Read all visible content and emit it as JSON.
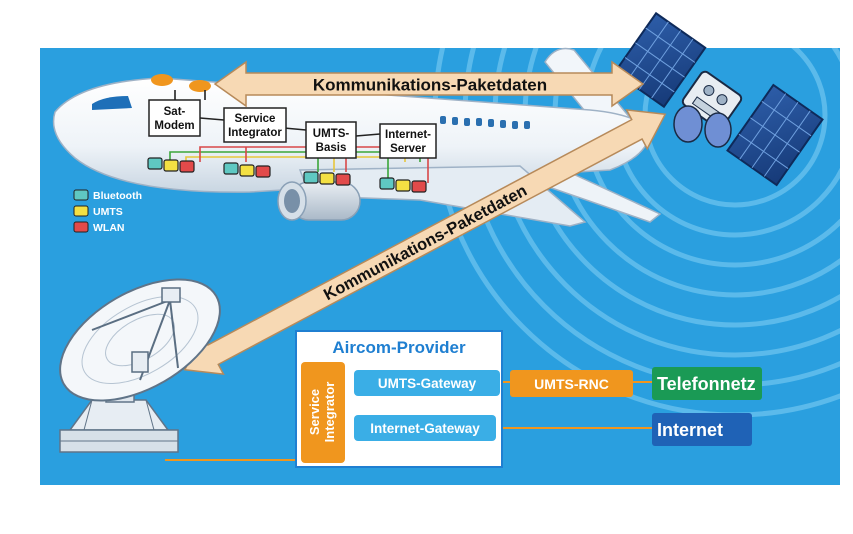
{
  "colors": {
    "background": "#2a9fdf",
    "ring": "#6cc4ef",
    "arrow_fill": "#f7d9b4",
    "arrow_stroke": "#b78a5a",
    "orange": "#f0961e",
    "provider_blue": "#1f7fd1",
    "gateway_fill": "#3aaee6",
    "green": "#1a9a55",
    "dark_blue": "#1f62b6",
    "bluetooth": "#5fc8c2",
    "umts": "#f3e043",
    "wlan": "#e24a4a"
  },
  "arrows": {
    "top": "Kommunikations-Paketdaten",
    "diagonal": "Kommunikations-Paketdaten"
  },
  "aircraft": {
    "boxes": {
      "sat_modem": [
        "Sat-",
        "Modem"
      ],
      "service_integrator": [
        "Service",
        "Integrator"
      ],
      "umts_basis": [
        "UMTS-",
        "Basis"
      ],
      "internet_server": [
        "Internet-",
        "Server"
      ]
    }
  },
  "legend": {
    "items": [
      {
        "label": "Bluetooth",
        "color": "#5fc8c2"
      },
      {
        "label": "UMTS",
        "color": "#f3e043"
      },
      {
        "label": "WLAN",
        "color": "#e24a4a"
      }
    ]
  },
  "provider": {
    "title": "Aircom-Provider",
    "service_integrator": [
      "Service",
      "Integrator"
    ],
    "umts_gateway": "UMTS-Gateway",
    "internet_gateway": "Internet-Gateway"
  },
  "network": {
    "umts_rnc": "UMTS-RNC",
    "telefonnetz": "Telefonnetz",
    "internet": "Internet"
  },
  "icons": [
    "airplane-icon",
    "satellite-icon",
    "satellite-dish-icon"
  ]
}
